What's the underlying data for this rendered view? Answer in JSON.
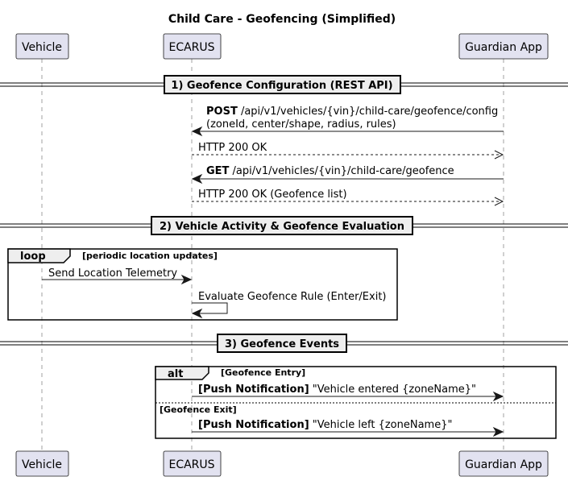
{
  "title": "Child Care - Geofencing (Simplified)",
  "participants": [
    {
      "id": "vehicle",
      "label": "Vehicle"
    },
    {
      "id": "ecarus",
      "label": "ECARUS"
    },
    {
      "id": "guardian",
      "label": "Guardian App"
    }
  ],
  "sections": [
    {
      "label": "1) Geofence Configuration (REST API)"
    },
    {
      "label": "2) Vehicle Activity & Geofence Evaluation"
    },
    {
      "label": "3) Geofence Events"
    }
  ],
  "messages": [
    {
      "bold": "POST",
      "text": " /api/v1/vehicles/{vin}/child-care/geofence/config",
      "line2": "(zoneId, center/shape, radius, rules)",
      "from": "guardian",
      "to": "ecarus",
      "style": "solid"
    },
    {
      "bold": "",
      "text": "HTTP 200 OK",
      "from": "ecarus",
      "to": "guardian",
      "style": "dashed"
    },
    {
      "bold": "GET",
      "text": " /api/v1/vehicles/{vin}/child-care/geofence",
      "from": "guardian",
      "to": "ecarus",
      "style": "solid"
    },
    {
      "bold": "",
      "text": "HTTP 200 OK (Geofence list)",
      "from": "ecarus",
      "to": "guardian",
      "style": "dashed"
    },
    {
      "bold": "",
      "text": "Send Location Telemetry",
      "from": "vehicle",
      "to": "ecarus",
      "style": "solid"
    },
    {
      "bold": "",
      "text": "Evaluate Geofence Rule (Enter/Exit)",
      "from": "ecarus",
      "to": "ecarus",
      "style": "self"
    },
    {
      "bold": "[Push Notification]",
      "text": " \"Vehicle entered {zoneName}\"",
      "from": "ecarus",
      "to": "guardian",
      "style": "solid"
    },
    {
      "bold": "[Push Notification]",
      "text": " \"Vehicle left {zoneName}\"",
      "from": "ecarus",
      "to": "guardian",
      "style": "solid"
    }
  ],
  "frames": {
    "loop": {
      "kind": "loop",
      "condition": "[periodic location updates]"
    },
    "alt": {
      "kind": "alt",
      "condition": "[Geofence Entry]",
      "else_condition": "[Geofence Exit]"
    }
  },
  "colors": {
    "participant_fill": "#e2e2f0",
    "participant_border": "#181818",
    "section_fill": "#eeeeee",
    "frame_tab_fill": "#eeeeee",
    "lifeline": "#a0a0a0"
  }
}
